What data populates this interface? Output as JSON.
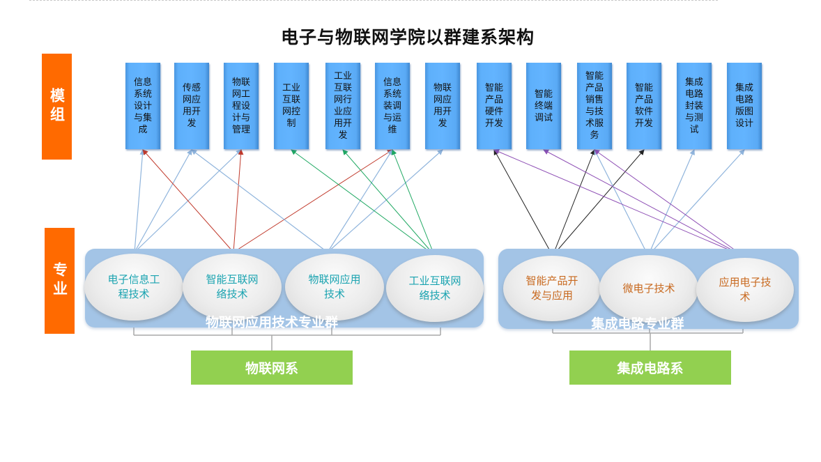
{
  "title": "电子与物联网学院以群建系架构",
  "side_labels": {
    "modules": "模组",
    "majors": "专业"
  },
  "modules": [
    "信息系统设计与集成",
    "传感网应用开发",
    "物联网工程设计与管理",
    "工业互联网控制",
    "工业互联网行业应用开发",
    "信息系统装调与运维",
    "物联网应用开发",
    "智能产品硬件开发",
    "智能终端调试",
    "智能产品销售与技术服务",
    "智能产品软件开发",
    "集成电路封装与测试",
    "集成电路版图设计"
  ],
  "groups": [
    {
      "name": "物联网应用技术专业群",
      "department": "物联网系",
      "majors": [
        "电子信息工程技术",
        "智能互联网络技术",
        "物联网应用技术",
        "工业互联网络技术"
      ]
    },
    {
      "name": "集成电路专业群",
      "department": "集成电路系",
      "majors": [
        "智能产品开发与应用",
        "微电子技术",
        "应用电子技术"
      ]
    }
  ],
  "links": [
    {
      "from": 0,
      "to": 0,
      "color": "#8fb4dc"
    },
    {
      "from": 0,
      "to": 1,
      "color": "#8fb4dc"
    },
    {
      "from": 0,
      "to": 2,
      "color": "#8fb4dc"
    },
    {
      "from": 1,
      "to": 0,
      "color": "#c0392b"
    },
    {
      "from": 1,
      "to": 2,
      "color": "#c0392b"
    },
    {
      "from": 1,
      "to": 5,
      "color": "#c0392b"
    },
    {
      "from": 2,
      "to": 1,
      "color": "#8fb4dc"
    },
    {
      "from": 2,
      "to": 5,
      "color": "#8fb4dc"
    },
    {
      "from": 2,
      "to": 6,
      "color": "#8fb4dc"
    },
    {
      "from": 3,
      "to": 3,
      "color": "#1fa862"
    },
    {
      "from": 3,
      "to": 4,
      "color": "#1fa862"
    },
    {
      "from": 3,
      "to": 5,
      "color": "#1fa862"
    },
    {
      "from": 4,
      "to": 7,
      "color": "#222222"
    },
    {
      "from": 4,
      "to": 9,
      "color": "#222222"
    },
    {
      "from": 4,
      "to": 10,
      "color": "#222222"
    },
    {
      "from": 5,
      "to": 9,
      "color": "#8fb4dc"
    },
    {
      "from": 5,
      "to": 11,
      "color": "#8fb4dc"
    },
    {
      "from": 5,
      "to": 12,
      "color": "#8fb4dc"
    },
    {
      "from": 6,
      "to": 7,
      "color": "#8e4fb5"
    },
    {
      "from": 6,
      "to": 8,
      "color": "#8e4fb5"
    },
    {
      "from": 6,
      "to": 9,
      "color": "#8e4fb5"
    }
  ],
  "colors": {
    "side_label": "#ff6a00",
    "module": "#63b4ff",
    "group_bg": "#a3c4e6",
    "department": "#92d050",
    "major_text_group1": "#1aa3b0",
    "major_text_group2": "#c8691f"
  }
}
